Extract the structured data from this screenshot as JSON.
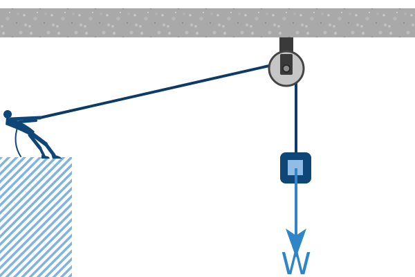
{
  "diagram": {
    "weight_label": "W",
    "elements": {
      "ceiling": "concrete-ceiling",
      "pulley": "pulley-wheel",
      "rope": "rope",
      "person": "person-pulling-rope-icon",
      "platform": "hatched-ground-block",
      "mass": "hanging-mass",
      "force": "weight-force-arrow"
    }
  },
  "colors": {
    "ceiling": "#a9a9a9",
    "rope": "#0e3b66",
    "person": "#0f4678",
    "mass_outer": "#0f4678",
    "mass_inner": "#8fbde6",
    "arrow": "#2e86c8",
    "hatch": "#7fb3e0",
    "pulley_fill": "#c6c6c6",
    "pulley_stroke": "#444444",
    "bracket": "#3a3a3a"
  }
}
